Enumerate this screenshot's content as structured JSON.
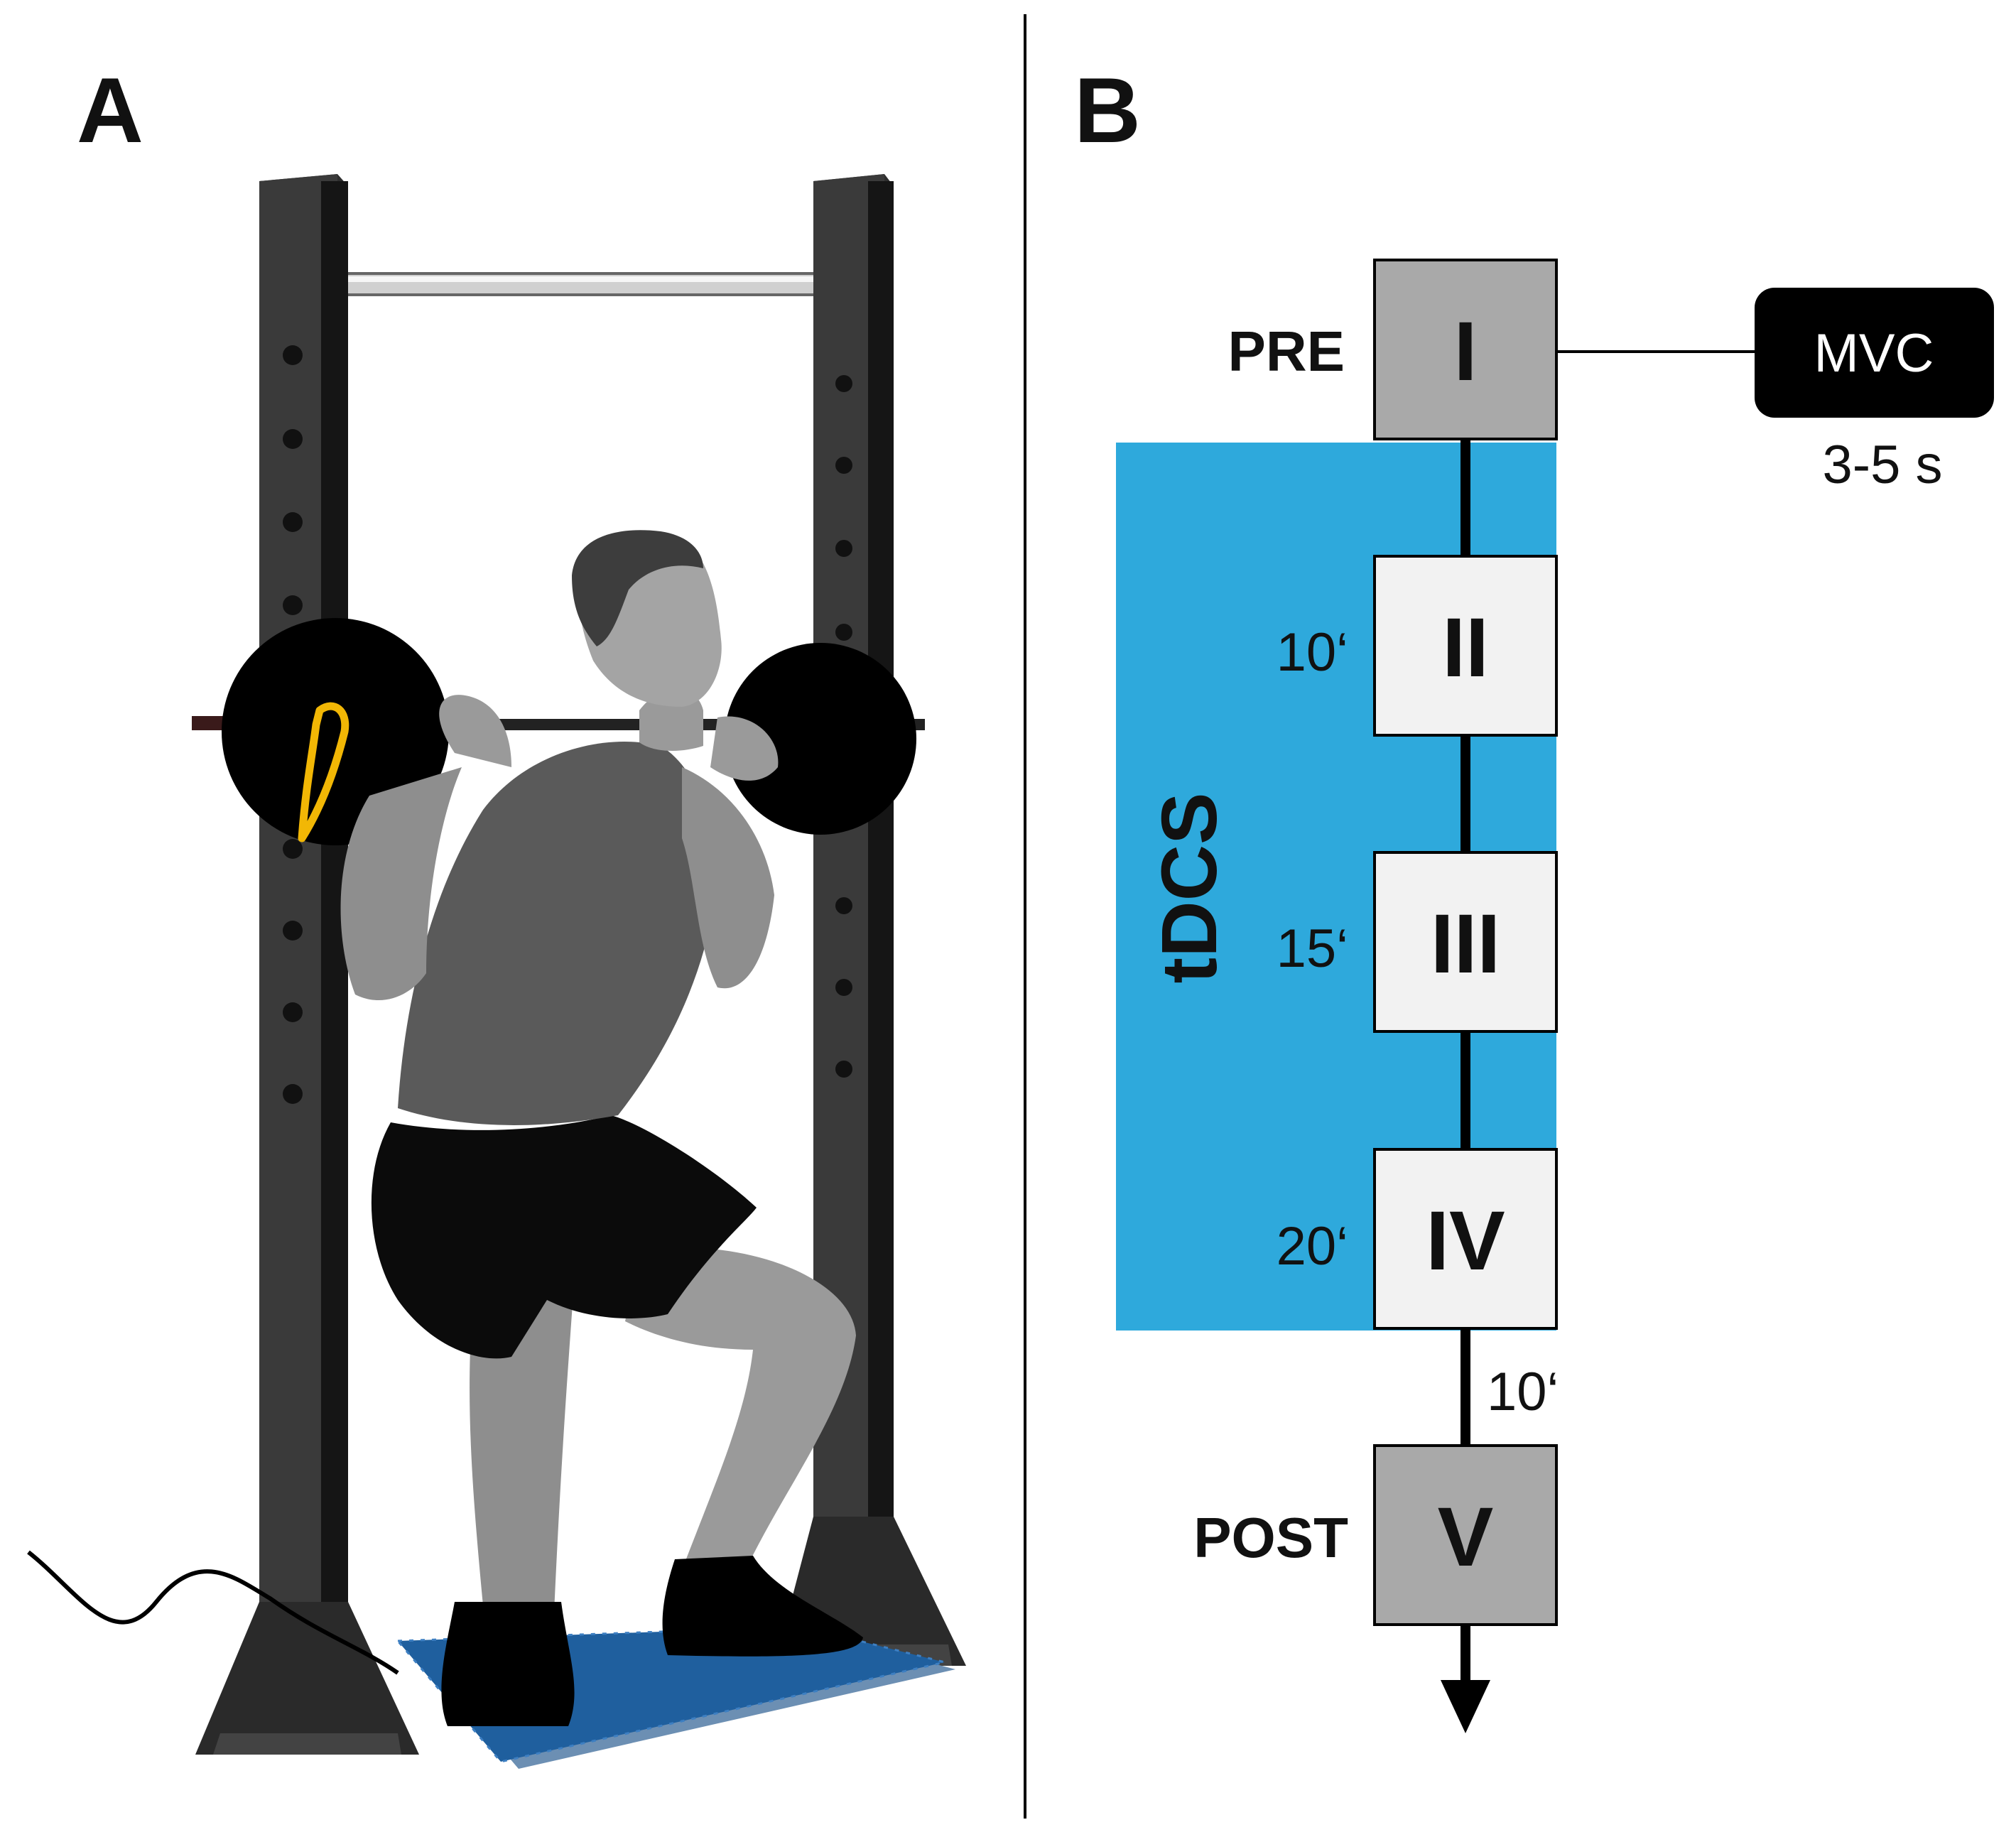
{
  "panels": {
    "a": {
      "letter": "A"
    },
    "b": {
      "letter": "B"
    }
  },
  "protocol": {
    "stimulation_label": "tDCS",
    "stages": [
      {
        "numeral": "I",
        "side_label": "PRE",
        "time_label": ""
      },
      {
        "numeral": "II",
        "side_label": "",
        "time_label": "10‘"
      },
      {
        "numeral": "III",
        "side_label": "",
        "time_label": "15‘"
      },
      {
        "numeral": "IV",
        "side_label": "",
        "time_label": "20‘"
      },
      {
        "numeral": "V",
        "side_label": "POST",
        "time_label": ""
      }
    ],
    "post_interval_label": "10‘",
    "measurement": {
      "label": "MVC",
      "duration": "3-5 s"
    }
  },
  "colors": {
    "stimulation_fill": "#2EA9DC",
    "stage_dark": "#A9A9A9",
    "stage_light": "#F2F2F2",
    "mvc_fill": "#000000",
    "mat": "#1F5F9E",
    "band": "#F2B705"
  },
  "illustration": {
    "subject": "person performing a back squat in a rack",
    "icons": [
      "squat-rack",
      "barbell",
      "force-plate",
      "elastic-band",
      "cable"
    ]
  }
}
